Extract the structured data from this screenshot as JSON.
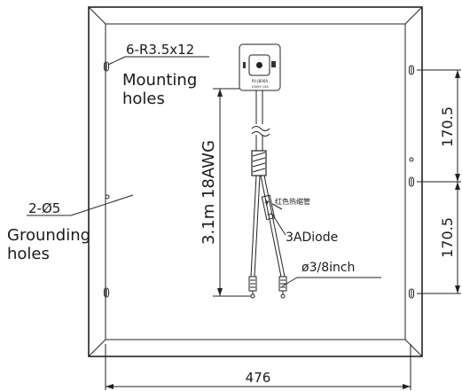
{
  "mounting_holes": {
    "spec": "6-R3.5x12",
    "line1": "Mounting",
    "line2": "holes"
  },
  "grounding_holes": {
    "spec": "2-Ø5",
    "line1": "Grounding",
    "line2": "holes"
  },
  "cable": {
    "spec": "3.1m 18AWG"
  },
  "junction_box": {
    "line1": "PV-JB00A",
    "line2": "1000V 10A"
  },
  "heat_shrink": {
    "label": "红色热缩管"
  },
  "diode": {
    "label": "3ADiode"
  },
  "connector": {
    "spec": "ø3/8inch"
  },
  "dimensions": {
    "width": "476",
    "spacing_top": "170.5",
    "spacing_bottom": "170.5"
  }
}
